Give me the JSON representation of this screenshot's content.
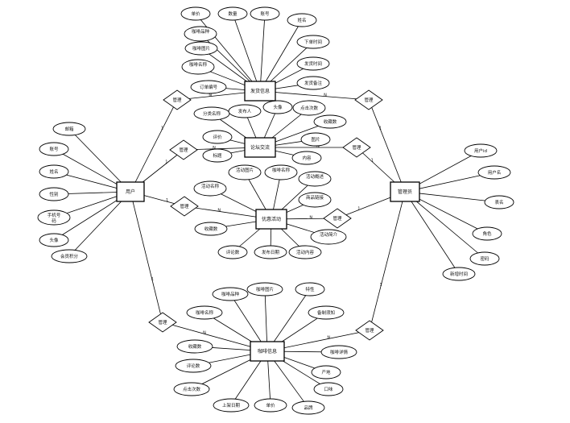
{
  "diagram": {
    "entities": [
      {
        "id": "user",
        "label": "用户"
      },
      {
        "id": "admin",
        "label": "管理员"
      },
      {
        "id": "order",
        "label": "发货信息"
      },
      {
        "id": "post",
        "label": "论坛交流"
      },
      {
        "id": "promo",
        "label": "优惠活动"
      },
      {
        "id": "coffee",
        "label": "咖啡信息"
      }
    ],
    "relations": [
      {
        "id": "r_user_order",
        "label": "管理"
      },
      {
        "id": "r_user_post",
        "label": "管理"
      },
      {
        "id": "r_user_promo",
        "label": "管理"
      },
      {
        "id": "r_user_coffee",
        "label": "管理"
      },
      {
        "id": "r_admin_order",
        "label": "管理"
      },
      {
        "id": "r_admin_post",
        "label": "管理"
      },
      {
        "id": "r_admin_promo",
        "label": "管理"
      },
      {
        "id": "r_admin_coffee",
        "label": "管理"
      }
    ],
    "attributes": [
      {
        "entity": "user",
        "label": "邮箱"
      },
      {
        "entity": "user",
        "label": "账号"
      },
      {
        "entity": "user",
        "label": "姓名"
      },
      {
        "entity": "user",
        "label": "性别"
      },
      {
        "entity": "user",
        "label": "手机号码"
      },
      {
        "entity": "user",
        "label": "头像"
      },
      {
        "entity": "user",
        "label": "会员积分"
      },
      {
        "entity": "admin",
        "label": "用户id"
      },
      {
        "entity": "admin",
        "label": "用户名"
      },
      {
        "entity": "admin",
        "label": "表名"
      },
      {
        "entity": "admin",
        "label": "角色"
      },
      {
        "entity": "admin",
        "label": "密码"
      },
      {
        "entity": "admin",
        "label": "新增时间"
      },
      {
        "entity": "order",
        "label": "单价"
      },
      {
        "entity": "order",
        "label": "数量"
      },
      {
        "entity": "order",
        "label": "账号"
      },
      {
        "entity": "order",
        "label": "姓名"
      },
      {
        "entity": "order",
        "label": "咖啡品种"
      },
      {
        "entity": "order",
        "label": "下单时间"
      },
      {
        "entity": "order",
        "label": "咖啡图片"
      },
      {
        "entity": "order",
        "label": "发货时间"
      },
      {
        "entity": "order",
        "label": "咖啡名称"
      },
      {
        "entity": "order",
        "label": "发货备注"
      },
      {
        "entity": "order",
        "label": "订单编号"
      },
      {
        "entity": "post",
        "label": "分类名称"
      },
      {
        "entity": "post",
        "label": "发布人"
      },
      {
        "entity": "post",
        "label": "头像"
      },
      {
        "entity": "post",
        "label": "点击次数"
      },
      {
        "entity": "post",
        "label": "收藏数"
      },
      {
        "entity": "post",
        "label": "图片"
      },
      {
        "entity": "post",
        "label": "内容"
      },
      {
        "entity": "post",
        "label": "评价"
      },
      {
        "entity": "post",
        "label": "标题"
      },
      {
        "entity": "promo",
        "label": "活动名称"
      },
      {
        "entity": "promo",
        "label": "活动图片"
      },
      {
        "entity": "promo",
        "label": "咖啡名称"
      },
      {
        "entity": "promo",
        "label": "活动概述"
      },
      {
        "entity": "promo",
        "label": "商品链接"
      },
      {
        "entity": "promo",
        "label": "收藏数"
      },
      {
        "entity": "promo",
        "label": "活动简介"
      },
      {
        "entity": "promo",
        "label": "评论数"
      },
      {
        "entity": "promo",
        "label": "发布日期"
      },
      {
        "entity": "promo",
        "label": "活动内容"
      },
      {
        "entity": "coffee",
        "label": "咖啡品种"
      },
      {
        "entity": "coffee",
        "label": "咖啡图片"
      },
      {
        "entity": "coffee",
        "label": "特性"
      },
      {
        "entity": "coffee",
        "label": "咖啡名称"
      },
      {
        "entity": "coffee",
        "label": "备制须知"
      },
      {
        "entity": "coffee",
        "label": "收藏数"
      },
      {
        "entity": "coffee",
        "label": "咖啡详情"
      },
      {
        "entity": "coffee",
        "label": "评论数"
      },
      {
        "entity": "coffee",
        "label": "产地"
      },
      {
        "entity": "coffee",
        "label": "点击次数"
      },
      {
        "entity": "coffee",
        "label": "口味"
      },
      {
        "entity": "coffee",
        "label": "上架日期"
      },
      {
        "entity": "coffee",
        "label": "单价"
      },
      {
        "entity": "coffee",
        "label": "品牌"
      }
    ],
    "cardinality": {
      "one": "1",
      "many": "N"
    }
  }
}
